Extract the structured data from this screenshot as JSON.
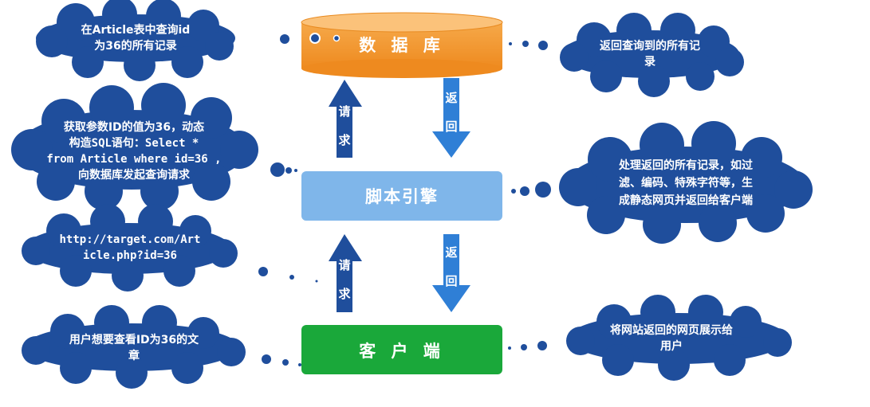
{
  "nodes": {
    "database": "数 据 库",
    "script_engine": "脚本引擎",
    "client": "客 户 端"
  },
  "arrows": {
    "request_top": [
      "请",
      "求"
    ],
    "return_top": [
      "返",
      "回"
    ],
    "request_bottom": [
      "请",
      "求"
    ],
    "return_bottom": [
      "返",
      "回"
    ]
  },
  "clouds": {
    "query_article": [
      "在Article表中查询id",
      "为36的所有记录"
    ],
    "return_records": [
      "返回查询到的所有记",
      "录"
    ],
    "build_sql": [
      "获取参数ID的值为36，动态",
      "构造SQL语句：Select *",
      "from Article where id=36 ,",
      "向数据库发起查询请求"
    ],
    "process_records": [
      "处理返回的所有记录，如过",
      "滤、编码、特殊字符等，生",
      "成静态网页并返回给客户端"
    ],
    "url": [
      "http://target.com/Art",
      "icle.php?id=36"
    ],
    "user_wants": [
      "用户想要查看ID为36的文",
      "章"
    ],
    "show_page": [
      "将网站返回的网页展示给",
      "用户"
    ]
  },
  "colors": {
    "cloud": "#1f4e9c",
    "database": "#f0932b",
    "engine": "#7fb6ea",
    "client": "#1aa83a",
    "arrow_request": "#1f4e9c",
    "arrow_return": "#2f7fd6"
  }
}
